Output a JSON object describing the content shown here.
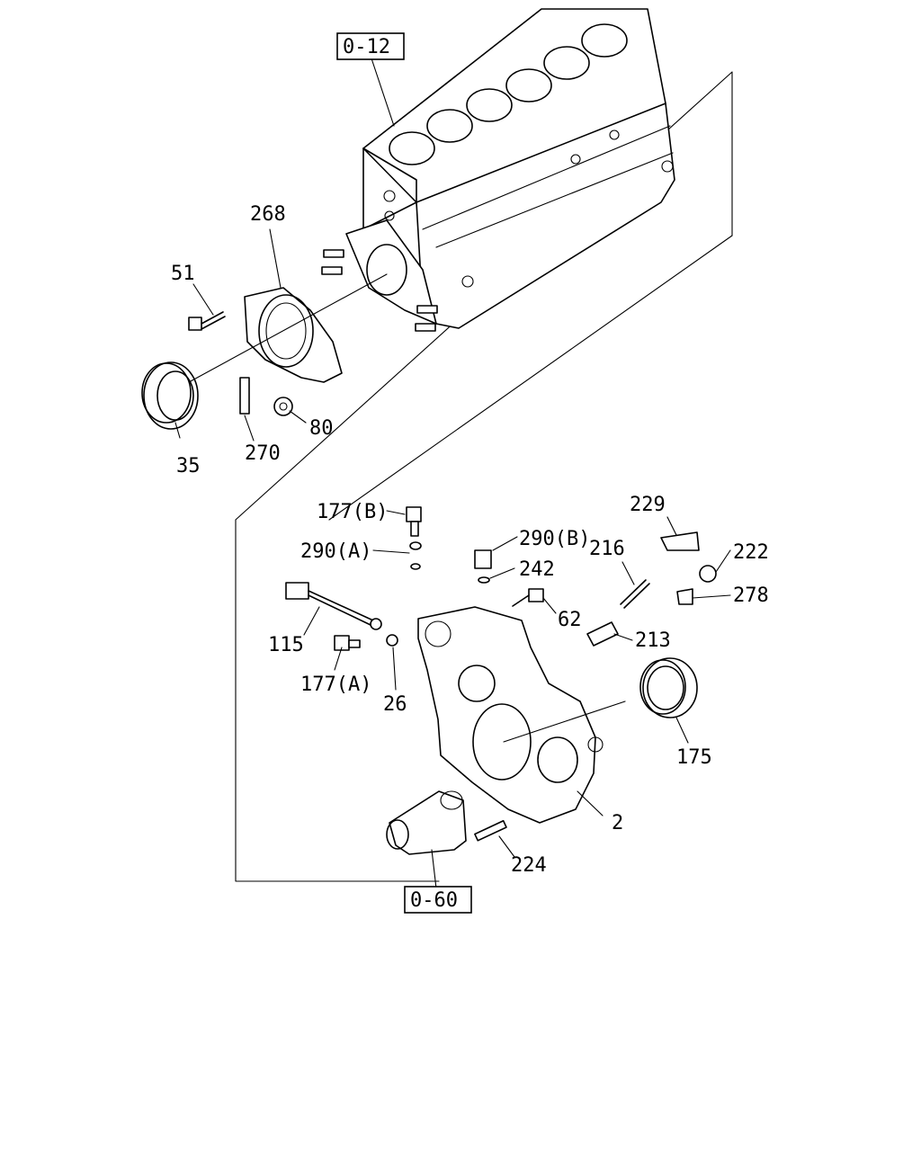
{
  "references": {
    "upper": "0-12",
    "lower": "0-60"
  },
  "labels": {
    "p268": "268",
    "p51": "51",
    "p35": "35",
    "p270": "270",
    "p80": "80",
    "p177b": "177(B)",
    "p290a": "290(A)",
    "p290b": "290(B)",
    "p242": "242",
    "p216": "216",
    "p229": "229",
    "p222": "222",
    "p278": "278",
    "p62": "62",
    "p213": "213",
    "p115": "115",
    "p177a": "177(A)",
    "p26": "26",
    "p175": "175",
    "p2": "2",
    "p224": "224"
  }
}
